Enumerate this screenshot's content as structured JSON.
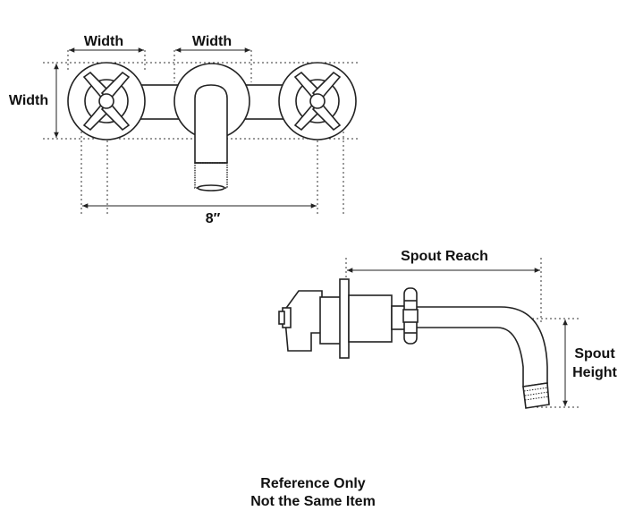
{
  "front_view": {
    "width_label_left": "Width",
    "width_label_center": "Width",
    "width_label_side": "Width",
    "spread_label": "8″"
  },
  "side_view": {
    "spout_reach_label": "Spout Reach",
    "spout_height_label_line1": "Spout",
    "spout_height_label_line2": "Height"
  },
  "footer": {
    "line1": "Reference Only",
    "line2": "Not the Same Item"
  },
  "colors": {
    "line": "#222222",
    "background": "#ffffff"
  }
}
